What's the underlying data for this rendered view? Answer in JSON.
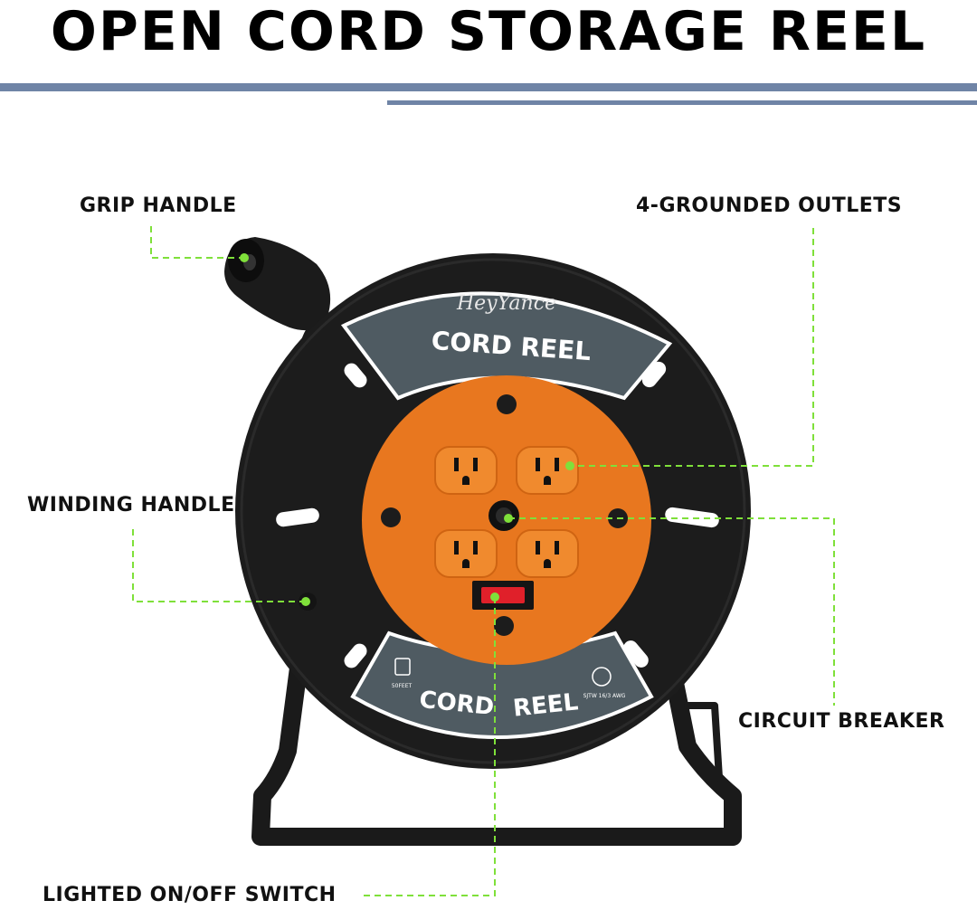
{
  "header": {
    "title": "OPEN CORD STORAGE REEL"
  },
  "callouts": {
    "grip_handle": "GRIP HANDLE",
    "outlets": "4-GROUNDED OUTLETS",
    "winding_handle": "WINDING HANDLE",
    "circuit_breaker": "CIRCUIT BREAKER",
    "switch": "LIGHTED ON/OFF SWITCH"
  },
  "product": {
    "brand": "HeyYance",
    "top_band_text": "CORD REEL",
    "bottom_band_left": "CORD",
    "bottom_band_right": "REEL",
    "bottom_small_left": "50FEET",
    "bottom_small_right": "SJTW 16/3 AWG"
  },
  "colors": {
    "accent_rule": "#6f84a6",
    "leader_line": "#7fe03a",
    "reel_body": "#1c1c1c",
    "hub_orange": "#e8771f",
    "band_gray": "#4f5b62",
    "switch_red": "#e0202a"
  }
}
